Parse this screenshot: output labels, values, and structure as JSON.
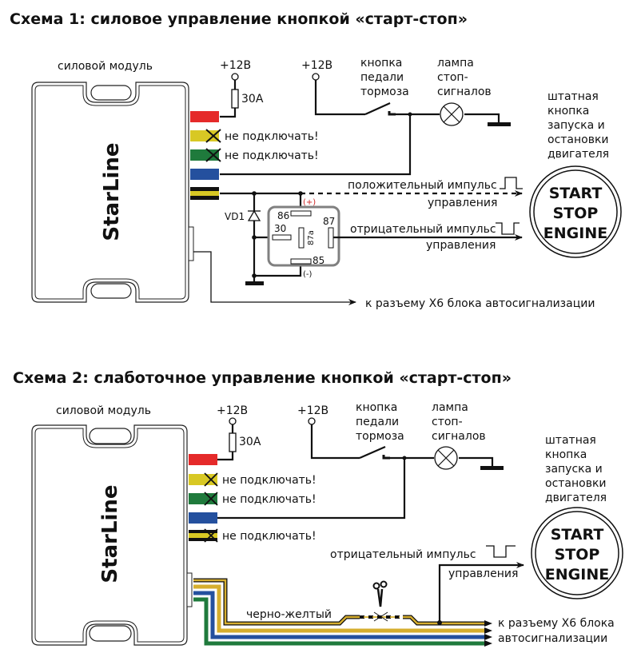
{
  "colors": {
    "red": "#e52a2a",
    "yellow": "#d8c824",
    "green": "#1f7a3c",
    "blue": "#24509e",
    "black": "#111111",
    "gold": "#d6ae2e",
    "relay_border": "#808080",
    "plus_mark": "#cc2222"
  },
  "scheme1": {
    "title": "Схема 1:  силовое  управление кнопкой «старт-стоп»",
    "module_label": "силовой модуль",
    "brand": "StarLine",
    "supply1": "+12В",
    "fuse": "30А",
    "supply2": "+12В",
    "brake_button": [
      "кнопка",
      "педали",
      "тормоза"
    ],
    "brake_lamp": [
      "лампа",
      "стоп-",
      "сигналов"
    ],
    "start_button_desc": [
      "штатная",
      "кнопка",
      "запуска и",
      "остановки",
      "двигателя"
    ],
    "no_connect": "не подключать!",
    "positive_pulse": [
      "положительный импульс",
      "управления"
    ],
    "negative_pulse": [
      "отрицательный импульс",
      "управления"
    ],
    "diode": "VD1",
    "relay_pins": {
      "p86": "86",
      "p30": "30",
      "p87a": "87a",
      "p87": "87",
      "p85": "85",
      "plus": "(+)",
      "minus": "(-)"
    },
    "connector_target": "к разъему Х6 блока автосигнализации",
    "button_text": [
      "START",
      "STOP",
      "ENGINE"
    ]
  },
  "scheme2": {
    "title": "Схема 2:  слаботочное управление кнопкой «старт-стоп»",
    "module_label": "силовой модуль",
    "brand": "StarLine",
    "supply1": "+12В",
    "fuse": "30А",
    "supply2": "+12В",
    "brake_button": [
      "кнопка",
      "педали",
      "тормоза"
    ],
    "brake_lamp": [
      "лампа",
      "стоп-",
      "сигналов"
    ],
    "start_button_desc": [
      "штатная",
      "кнопка",
      "запуска и",
      "остановки",
      "двигателя"
    ],
    "no_connect": "не подключать!",
    "negative_pulse": [
      "отрицательный импульс",
      "управления"
    ],
    "wire_label": "черно-желтый",
    "connector_target": [
      "к разъему Х6 блока",
      "автосигнализации"
    ],
    "button_text": [
      "START",
      "STOP",
      "ENGINE"
    ]
  }
}
